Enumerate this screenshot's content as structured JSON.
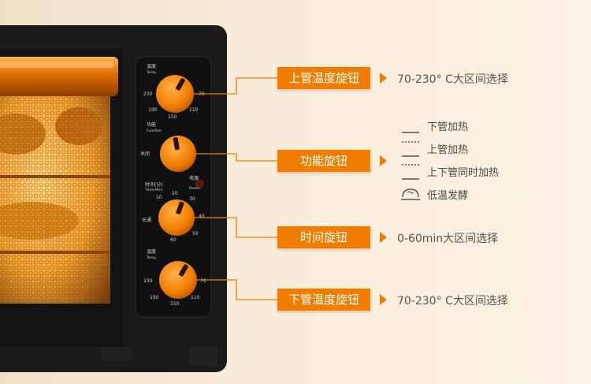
{
  "colors": {
    "accent": "#f07d00",
    "oven_body": "#1b1b1b",
    "knob": "#f07d00",
    "glow": "#f5a331"
  },
  "callouts": {
    "upper_temp": {
      "label": "上管温度旋钮",
      "desc": "70-230° C大区间选择"
    },
    "function": {
      "label": "功能旋钮"
    },
    "timer": {
      "label": "时间旋钮",
      "desc": "0-60min大区间选择"
    },
    "lower_temp": {
      "label": "下管温度旋钮",
      "desc": "70-230° C大区间选择"
    }
  },
  "function_modes": [
    {
      "label": "下管加热",
      "icon": "lower-heating-icon"
    },
    {
      "label": "上管加热",
      "icon": "upper-heating-icon"
    },
    {
      "label": "上下管同时加热",
      "icon": "dual-heating-icon"
    },
    {
      "label": "低温发酵",
      "icon": "fermentation-icon"
    }
  ],
  "panel": {
    "temp_label": "温度",
    "temp_label_en": "Temp.",
    "function_label": "功能",
    "function_label_en": "Function",
    "off_label": "关闭",
    "timer_label": "时间(分)",
    "timer_label_en": "Time(Min)",
    "power_label": "电源",
    "power_label_en": "Power",
    "keep_label": "长通",
    "temp_ticks": [
      "230",
      "190",
      "150",
      "110",
      "70"
    ],
    "timer_ticks": [
      "10",
      "20",
      "30",
      "40",
      "50",
      "60"
    ]
  }
}
